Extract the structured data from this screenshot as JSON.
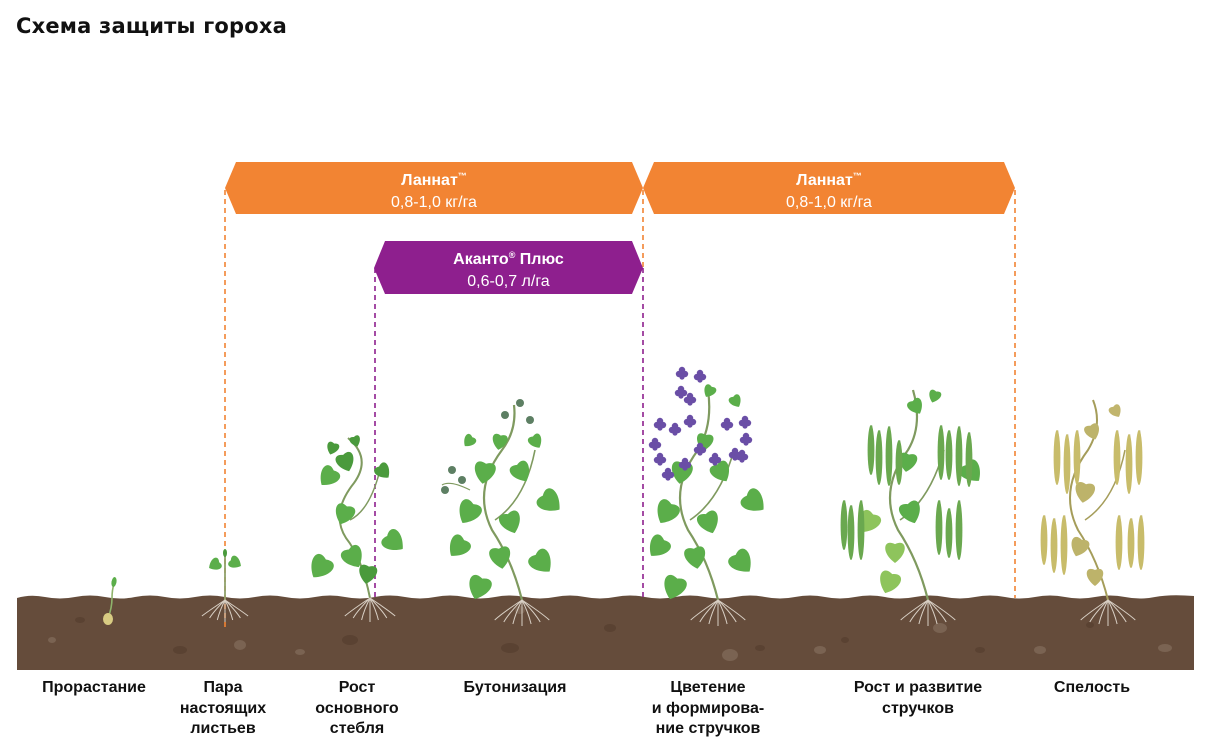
{
  "title": "Схема защиты гороха",
  "colors": {
    "lannat": "#F28433",
    "acanto": "#8E1F8E",
    "soil": "#654C3B",
    "leaf": "#5BAE4A",
    "leaf_dark": "#4A9A3C",
    "flower": "#6A4EA6",
    "ripe": "#C8BC6A",
    "root": "#D8CFC4"
  },
  "treatments": [
    {
      "name": "Ланнат",
      "mark": "™",
      "dose": "0,8-1,0 кг/га",
      "color": "lannat",
      "from_stage": "Пара настоящих листьев",
      "to_stage": "Цветение и формирование стручков"
    },
    {
      "name": "Ланнат",
      "mark": "™",
      "dose": "0,8-1,0 кг/га",
      "color": "lannat",
      "from_stage": "Цветение и формирование стручков",
      "to_stage": "Спелость"
    },
    {
      "name": "Аканто",
      "mark": "®",
      "name_suffix": " Плюс",
      "dose": "0,6-0,7 л/га",
      "color": "acanto",
      "from_stage": "Рост основного стебля",
      "to_stage": "Цветение и формирование стручков"
    }
  ],
  "stages": [
    {
      "label": "Прорастание",
      "icon": "sprouting-seed"
    },
    {
      "label": "Пара\nнастоящих\nлистьев",
      "icon": "seedling-two-leaves"
    },
    {
      "label": "Рост\nосновного\nстебля",
      "icon": "young-pea-plant"
    },
    {
      "label": "Бутонизация",
      "icon": "budding-pea-plant"
    },
    {
      "label": "Цветение\nи формирова-\nние стручков",
      "icon": "flowering-pea-plant"
    },
    {
      "label": "Рост и развитие\nстручков",
      "icon": "green-pods-pea-plant"
    },
    {
      "label": "Спелость",
      "icon": "ripe-pods-pea-plant"
    }
  ]
}
